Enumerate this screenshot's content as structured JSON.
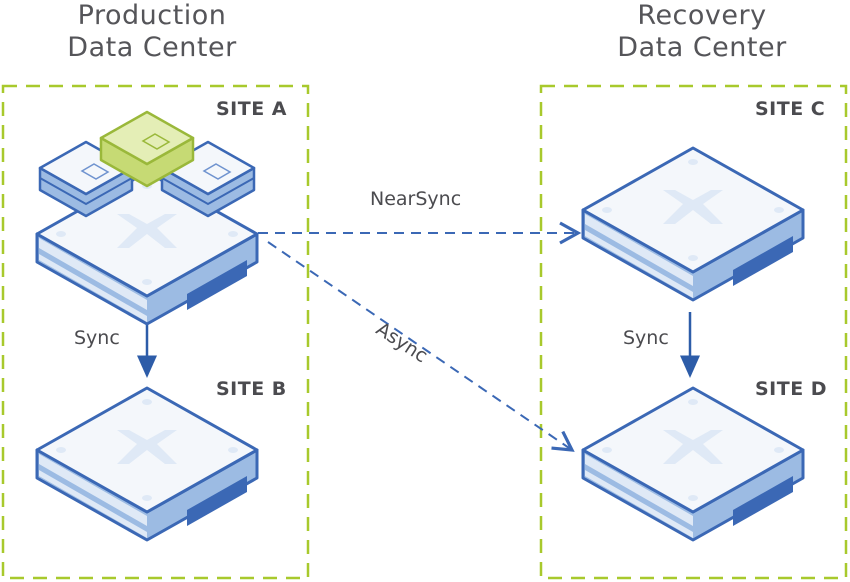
{
  "data_centers": [
    {
      "title_line1": "Production",
      "title_line2": "Data Center"
    },
    {
      "title_line1": "Recovery",
      "title_line2": "Data Center"
    }
  ],
  "sites": [
    {
      "label": "SITE A"
    },
    {
      "label": "SITE B"
    },
    {
      "label": "SITE C"
    },
    {
      "label": "SITE D"
    }
  ],
  "links": {
    "a_to_b": "Sync",
    "c_to_d": "Sync",
    "a_to_c": "NearSync",
    "a_to_d": "Async"
  },
  "colors": {
    "boundary": "#a8c92c",
    "node_stroke": "#3b68b5",
    "node_top": "#f4f7fb",
    "node_side": "#9cbbe3",
    "node_light": "#dfe9f6",
    "node_dark": "#3b68b5",
    "highlight": "#cfe08a",
    "highlight_stroke": "#9ab83a",
    "arrow": "#3b68b5",
    "text": "#4b4b4f"
  }
}
